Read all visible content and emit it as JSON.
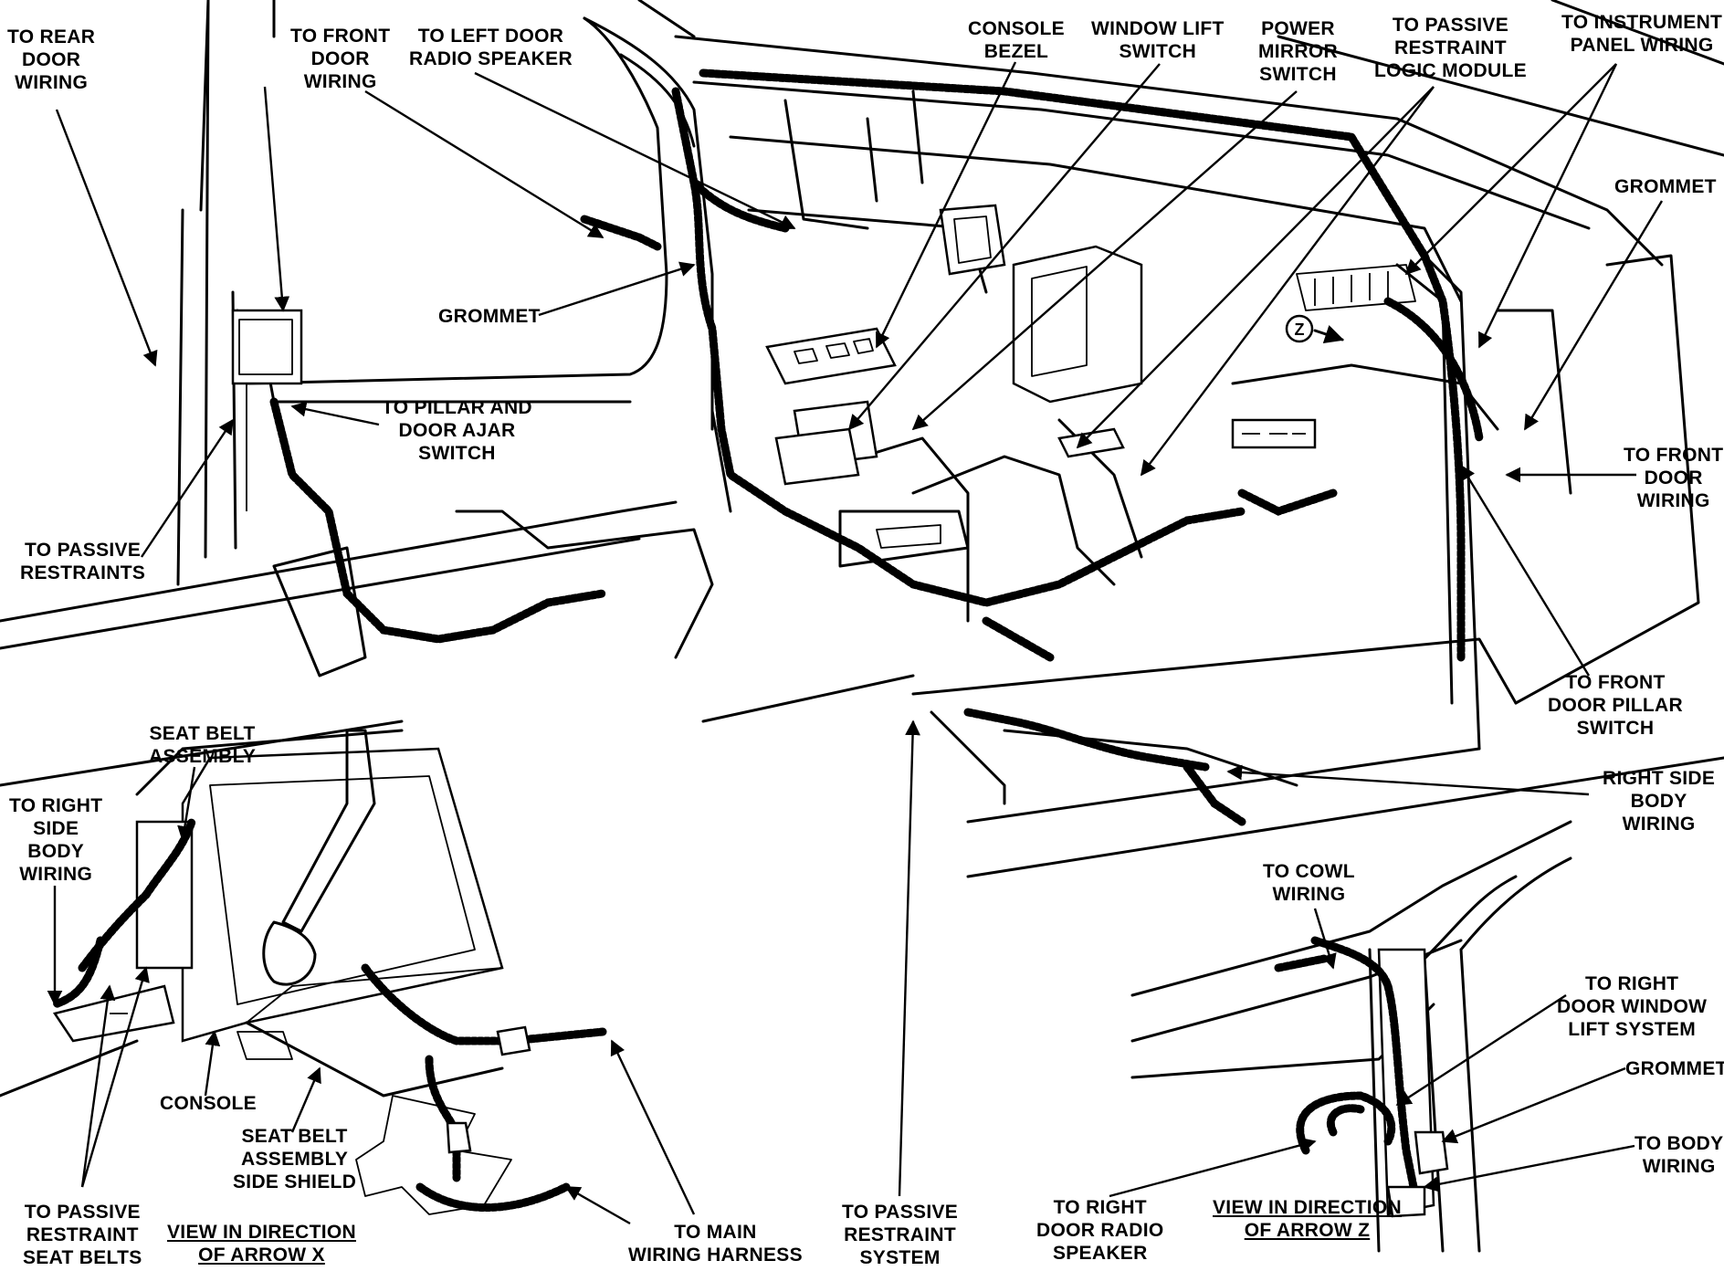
{
  "labels": {
    "to_rear_door_wiring": [
      "TO REAR",
      "DOOR",
      "WIRING"
    ],
    "to_front_door_wiring_left": [
      "TO FRONT",
      "DOOR",
      "WIRING"
    ],
    "to_left_door_radio_speaker": [
      "TO LEFT DOOR",
      "RADIO SPEAKER"
    ],
    "console_bezel": [
      "CONSOLE",
      "BEZEL"
    ],
    "window_lift_switch": [
      "WINDOW LIFT",
      "SWITCH"
    ],
    "power_mirror_switch": [
      "POWER",
      "MIRROR",
      "SWITCH"
    ],
    "to_passive_restraint_logic_module": [
      "TO PASSIVE",
      "RESTRAINT",
      "LOGIC MODULE"
    ],
    "to_instrument_panel_wiring": [
      "TO INSTRUMENT",
      "PANEL WIRING"
    ],
    "grommet_upper_right": [
      "GROMMET"
    ],
    "grommet_left": [
      "GROMMET"
    ],
    "to_pillar_and_door_ajar_switch": [
      "TO PILLAR AND",
      "DOOR AJAR",
      "SWITCH"
    ],
    "to_passive_restraints": [
      "TO PASSIVE",
      "RESTRAINTS"
    ],
    "to_front_door_wiring_right": [
      "TO FRONT",
      "DOOR",
      "WIRING"
    ],
    "to_front_door_pillar_switch": [
      "TO FRONT",
      "DOOR PILLAR",
      "SWITCH"
    ],
    "right_side_body_wiring": [
      "RIGHT SIDE",
      "BODY",
      "WIRING"
    ],
    "seat_belt_assembly": [
      "SEAT BELT",
      "ASSEMBLY"
    ],
    "to_right_side_body_wiring": [
      "TO RIGHT",
      "SIDE",
      "BODY",
      "WIRING"
    ],
    "console": [
      "CONSOLE"
    ],
    "seat_belt_assembly_side_shield": [
      "SEAT BELT",
      "ASSEMBLY",
      "SIDE SHIELD"
    ],
    "to_passive_restraint_seat_belts": [
      "TO PASSIVE",
      "RESTRAINT",
      "SEAT BELTS"
    ],
    "view_arrow_x": [
      "VIEW IN DIRECTION",
      "OF ARROW X"
    ],
    "to_main_wiring_harness": [
      "TO MAIN",
      "WIRING HARNESS"
    ],
    "to_passive_restraint_system": [
      "TO PASSIVE",
      "RESTRAINT",
      "SYSTEM"
    ],
    "to_cowl_wiring": [
      "TO COWL",
      "WIRING"
    ],
    "to_right_door_window_lift_system": [
      "TO RIGHT",
      "DOOR WINDOW",
      "LIFT SYSTEM"
    ],
    "grommet_lower_right": [
      "GROMMET"
    ],
    "to_body_wiring": [
      "TO BODY",
      "WIRING"
    ],
    "to_right_door_radio_speaker": [
      "TO RIGHT",
      "DOOR RADIO",
      "SPEAKER"
    ],
    "view_arrow_z": [
      "VIEW IN DIRECTION",
      "OF ARROW Z"
    ],
    "arrow_z_marker": "Z"
  }
}
